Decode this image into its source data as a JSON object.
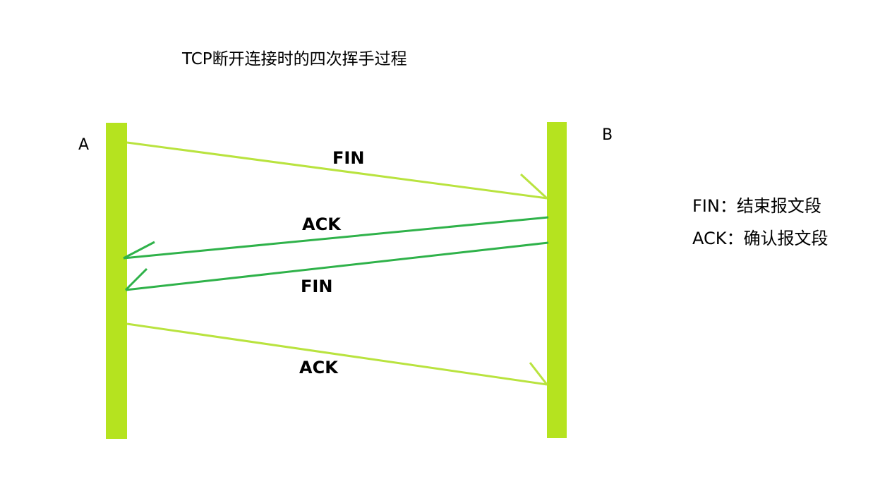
{
  "title": "TCP断开连接时的四次挥手过程",
  "nodes": {
    "a": "A",
    "b": "B"
  },
  "messages": [
    {
      "label": "FIN",
      "direction": "A-to-B"
    },
    {
      "label": "ACK",
      "direction": "B-to-A"
    },
    {
      "label": "FIN",
      "direction": "B-to-A"
    },
    {
      "label": "ACK",
      "direction": "A-to-B"
    }
  ],
  "legend": [
    "FIN：结束报文段",
    "ACK：确认报文段"
  ],
  "colors": {
    "lifeline": "#b5e31f",
    "arrow_light": "#b9e33f",
    "arrow_dark": "#2fb24a",
    "text": "#000000",
    "background": "#ffffff"
  }
}
